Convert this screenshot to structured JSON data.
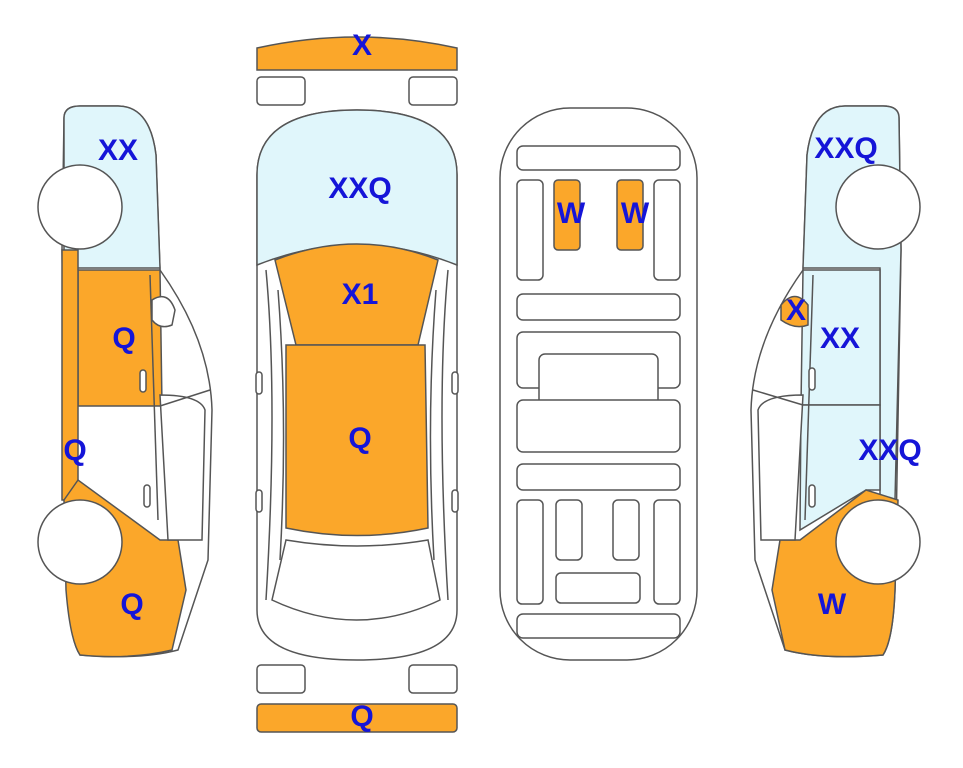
{
  "colors": {
    "damage": "#FBA72A",
    "glass": "#E0F6FB",
    "body": "#FFFFFF",
    "outline": "#555555",
    "label": "#1515D8"
  },
  "labels": {
    "front_bumper": "X",
    "rear_bumper": "Q",
    "windshield": "XXQ",
    "hood": "X1",
    "roof": "Q",
    "left_front_glass": "XX",
    "left_front_door": "Q",
    "left_sill": "Q",
    "left_rear_quarter": "Q",
    "interior_seat_left": "W",
    "interior_seat_right": "W",
    "right_front_glass": "XXQ",
    "right_mirror": "X",
    "right_front_door": "XX",
    "right_rear_glass": "XXQ",
    "right_rear_quarter": "W"
  }
}
